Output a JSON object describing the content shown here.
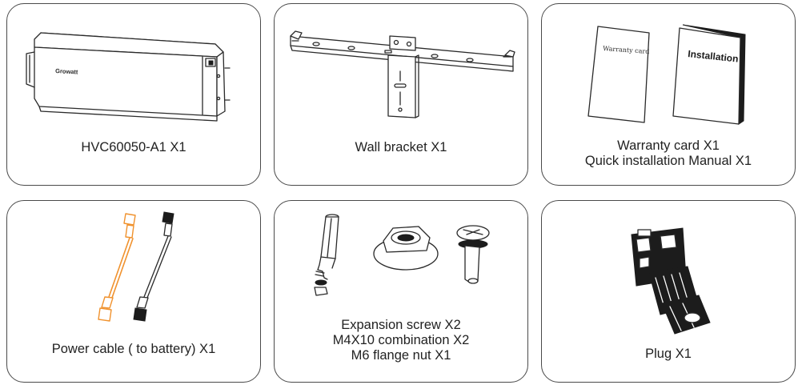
{
  "items": [
    {
      "lines": [
        "HVC60050-A1 X1"
      ],
      "brand": "Growatt"
    },
    {
      "lines": [
        "Wall bracket X1"
      ]
    },
    {
      "lines": [
        "Warranty card X1",
        "Quick installation Manual X1"
      ],
      "doc_labels": [
        "Warranty card",
        "Installation"
      ]
    },
    {
      "lines": [
        "Power cable ( to battery) X1"
      ]
    },
    {
      "lines": [
        "Expansion screw X2",
        "M4X10 combination X2",
        "M6 flange nut X1"
      ]
    },
    {
      "lines": [
        "Plug X1"
      ]
    }
  ],
  "colors": {
    "border": "#4a4a4a",
    "line": "#2a2a2a",
    "orange_cable": "#f0922e",
    "black_cable": "#1c1c1c"
  }
}
